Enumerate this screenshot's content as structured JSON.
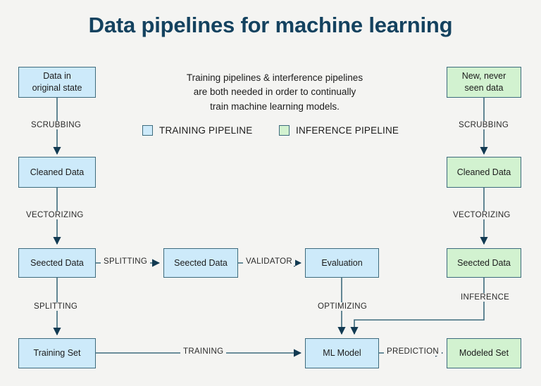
{
  "page": {
    "title": "Data pipelines for machine learning",
    "background_color": "#f4f4f2",
    "title_color": "#14425f",
    "border_color": "#3d6b7d",
    "training_fill": "#cdeafa",
    "inference_fill": "#d2f2d0"
  },
  "description": {
    "line1": "Training pipelines & interference pipelines",
    "line2": "are both needed in order to continually",
    "line3": "train machine learning models."
  },
  "legend": {
    "training": {
      "label": "TRAINING PIPELINE",
      "color": "#cdeafa"
    },
    "inference": {
      "label": "INFERENCE PIPELINE",
      "color": "#d2f2d0"
    }
  },
  "nodes": {
    "data_original": {
      "label": "Data in\noriginal state",
      "pipeline": "training"
    },
    "cleaned_data_left": {
      "label": "Cleaned Data",
      "pipeline": "training"
    },
    "selected_data_left": {
      "label": "Seected Data",
      "pipeline": "training"
    },
    "training_set": {
      "label": "Training Set",
      "pipeline": "training"
    },
    "selected_data_mid": {
      "label": "Seected Data",
      "pipeline": "training"
    },
    "evaluation": {
      "label": "Evaluation",
      "pipeline": "training"
    },
    "ml_model": {
      "label": "ML Model",
      "pipeline": "training"
    },
    "new_unseen_data": {
      "label": "New, never\nseen data",
      "pipeline": "inference"
    },
    "cleaned_data_right": {
      "label": "Cleaned Data",
      "pipeline": "inference"
    },
    "selected_data_right": {
      "label": "Seected Data",
      "pipeline": "inference"
    },
    "modeled_set": {
      "label": "Modeled Set",
      "pipeline": "inference"
    }
  },
  "edges": {
    "scrubbing_left": "SCRUBBING",
    "vectorizing_left": "VECTORIZING",
    "splitting_down": "SPLITTING",
    "splitting_right": "SPLITTING",
    "validator": "VALIDATOR",
    "optimizing": "OPTIMIZING",
    "training": "TRAINING",
    "prediction": "PREDICTION",
    "scrubbing_right": "SCRUBBING",
    "vectorizing_right": "VECTORIZING",
    "inference": "INFERENCE"
  }
}
